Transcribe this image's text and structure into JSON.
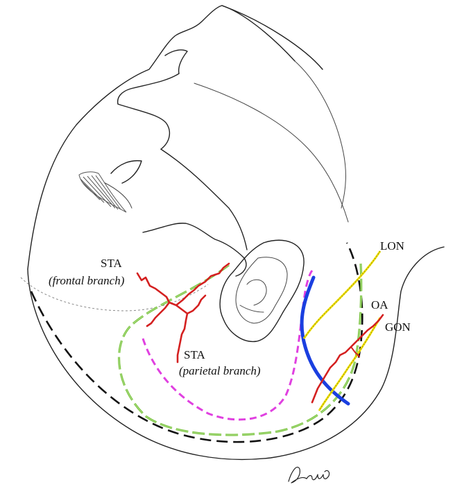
{
  "labels": {
    "sta_frontal_name": "STA",
    "sta_frontal_branch": "(frontal branch)",
    "sta_parietal_name": "STA",
    "sta_parietal_branch": "(parietal branch)",
    "lon": "LON",
    "oa": "OA",
    "gon": "GON"
  },
  "signature": "Alama",
  "colors": {
    "outline": "#222222",
    "artery": "#d42020",
    "green_dash": "#6cbf2a",
    "magenta_dash": "#e040e0",
    "black_dash": "#111111",
    "blue_line": "#1a3fe0",
    "yellow_line": "#f2e200",
    "hatch": "#555555"
  }
}
